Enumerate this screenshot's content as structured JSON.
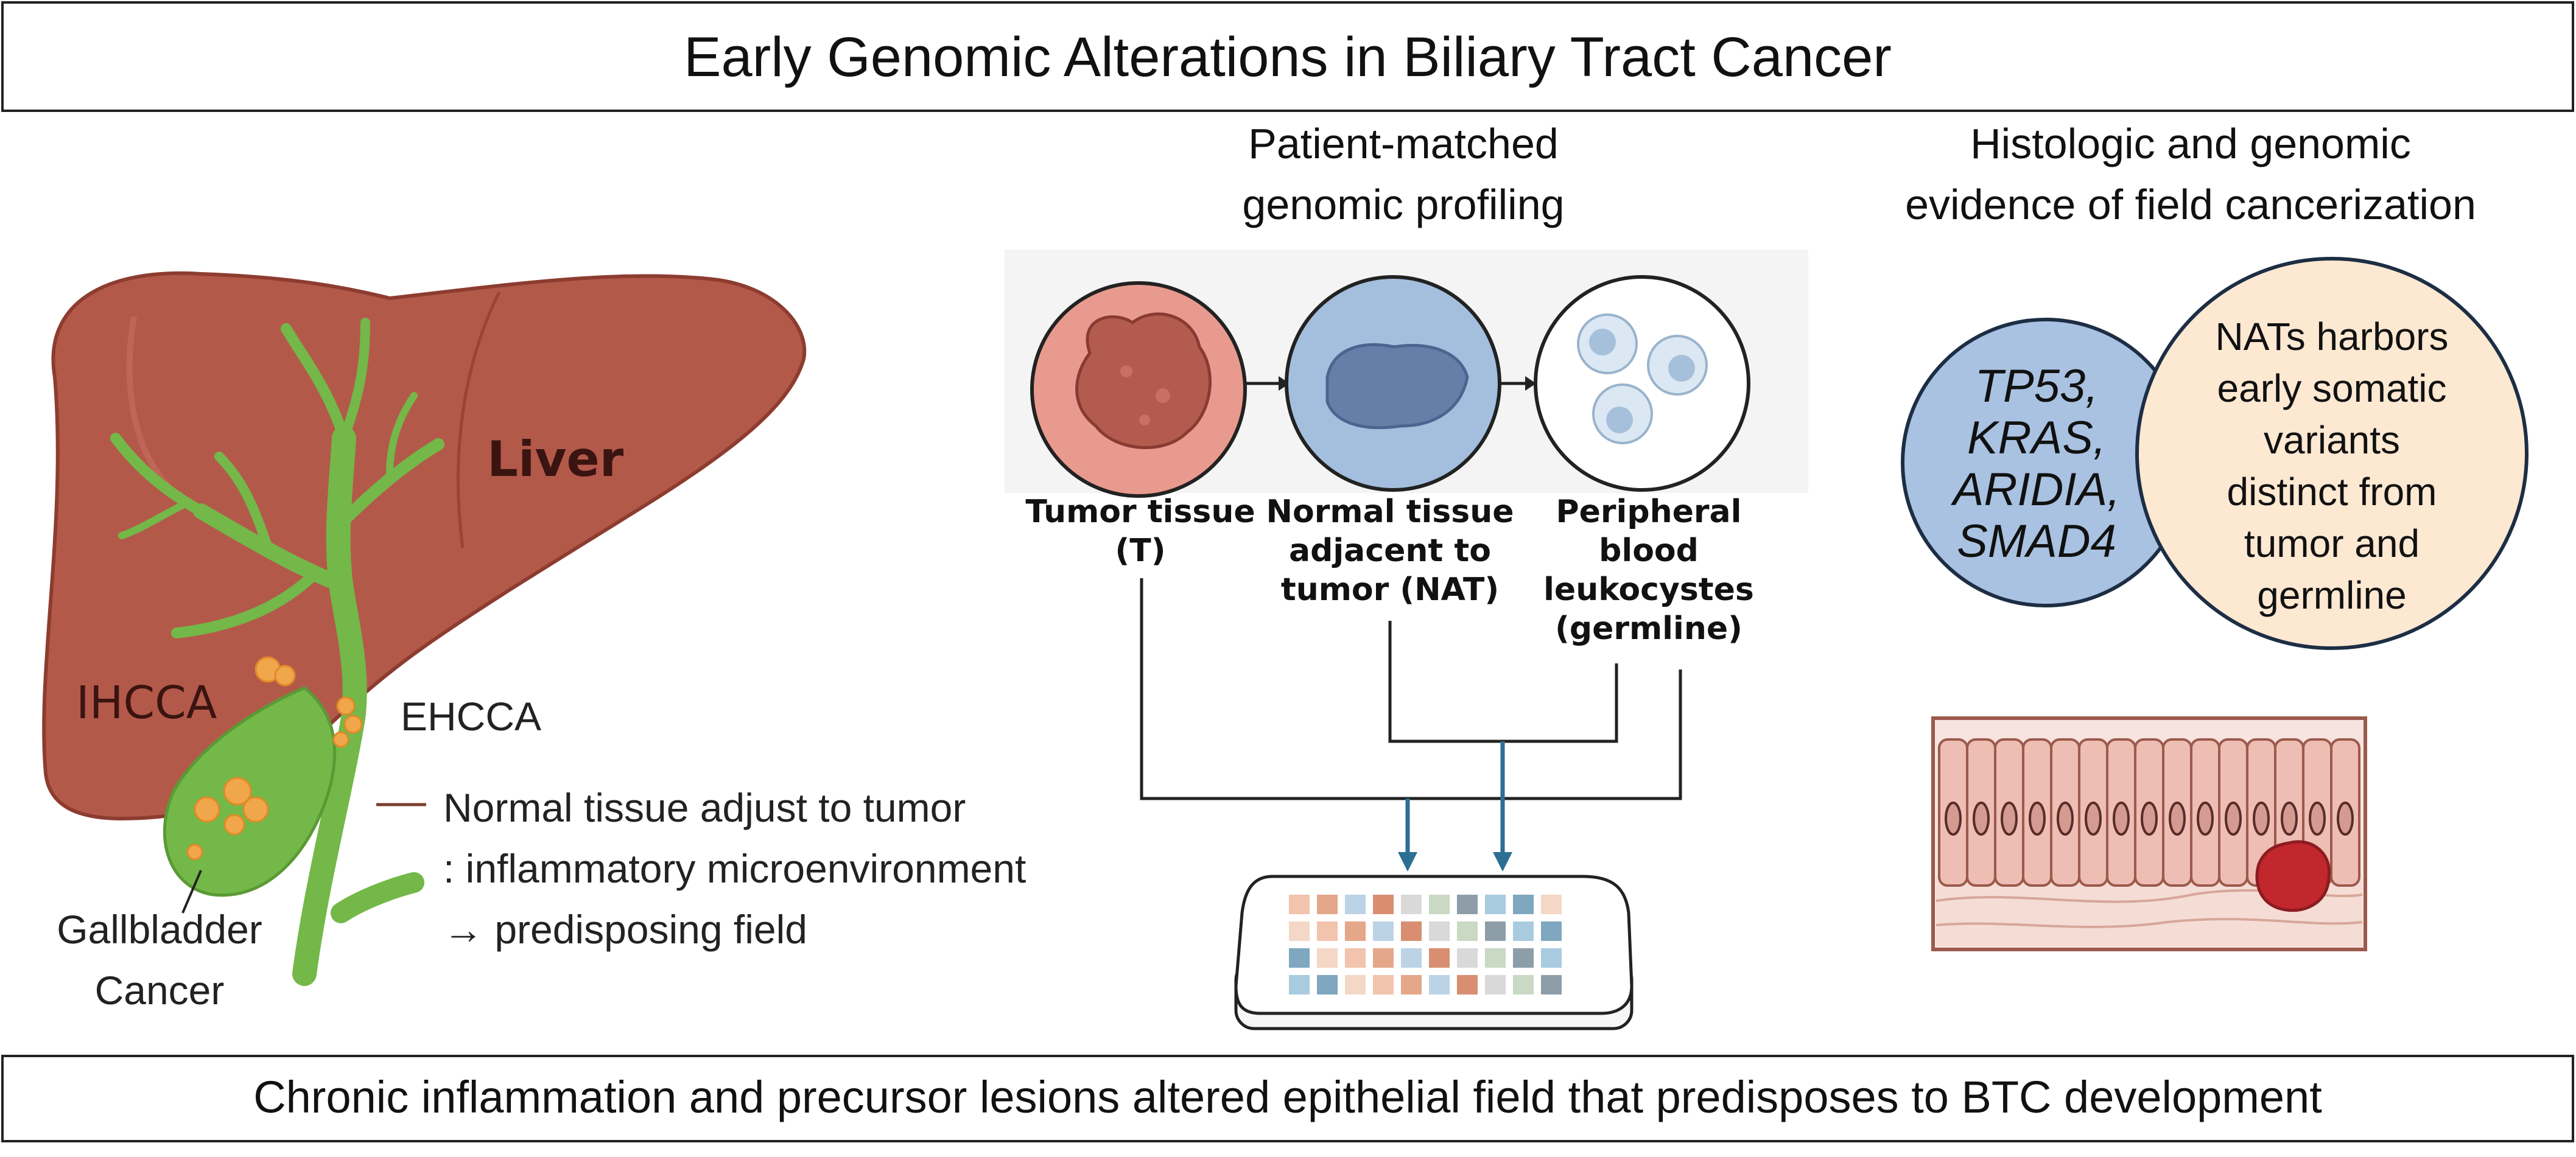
{
  "title": "Early Genomic Alterations in Biliary Tract Cancer",
  "footer": "Chronic inflammation and precursor lesions altered epithelial field that predisposes to BTC development",
  "anatomy": {
    "liver_label": "Liver",
    "ihcca_label": "IHCCA",
    "ehcca_label": "EHCCA",
    "gallbladder_label": [
      "Gallbladder",
      "Cancer"
    ],
    "nat_note": [
      "Normal tissue adjust to tumor",
      ": inflammatory microenvironment",
      "→ predisposing field"
    ]
  },
  "profiling": {
    "heading": [
      "Patient-matched",
      "genomic profiling"
    ],
    "samples": [
      {
        "label": [
          "Tumor tissue",
          "(T)"
        ]
      },
      {
        "label": [
          "Normal tissue",
          "adjacent to",
          "tumor (NAT)"
        ]
      },
      {
        "label": [
          "Peripheral",
          "blood",
          "leukocystes",
          "(germline)"
        ]
      }
    ],
    "matrix_colors": [
      "#f2c3ad",
      "#a9cbe0",
      "#d9d9d9",
      "#e5a78a",
      "#7fa7bf",
      "#c9d9c4",
      "#bcd3e6",
      "#f4d7c6",
      "#8e9ea9",
      "#d98e72"
    ]
  },
  "field": {
    "heading": [
      "Histologic and genomic",
      "evidence of field cancerization"
    ],
    "genes": [
      "TP53,",
      "KRAS,",
      "ARIDIA,",
      "SMAD4"
    ],
    "nat_text": [
      "NATs harbors",
      "early somatic",
      "variants",
      "distinct from",
      "tumor and",
      "germline"
    ]
  },
  "colors": {
    "liver": "#b3594a",
    "bile_duct": "#73b848",
    "tumor_circle": "#e99a8e",
    "nat_circle": "#a4bfdd",
    "venn_blue": "#a9c2e2",
    "venn_beige": "#fde8d2",
    "arrow_blue": "#2d6e93"
  }
}
